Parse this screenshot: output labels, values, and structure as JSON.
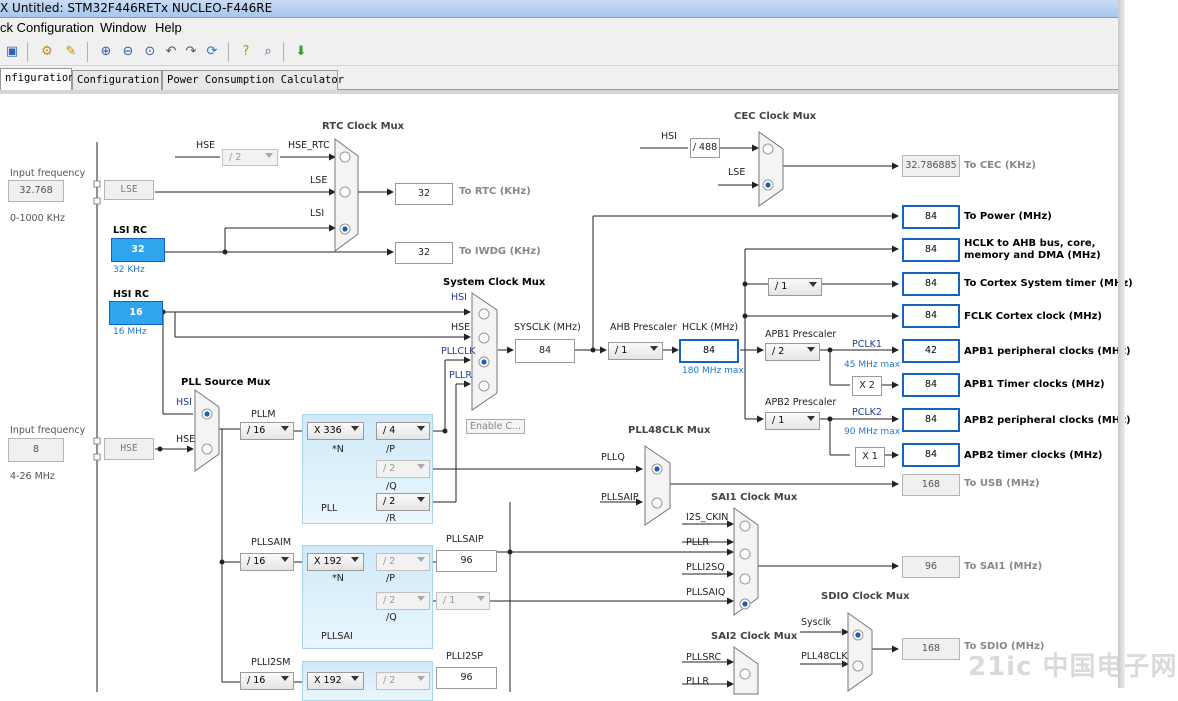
{
  "window": {
    "title": "X Untitled: STM32F446RETx NUCLEO-F446RE"
  },
  "menu": [
    "ck Configuration",
    "Window",
    "Help"
  ],
  "tabs": [
    "nfiguration",
    "Configuration",
    "Power Consumption Calculator"
  ],
  "lse": {
    "input_label": "Input frequency",
    "value": "32.768",
    "range": "0-1000 KHz",
    "name": "LSE"
  },
  "hse": {
    "input_label": "Input frequency",
    "value": "8",
    "range": "4-26 MHz",
    "name": "HSE"
  },
  "lsi": {
    "name": "LSI RC",
    "value": "32",
    "unit": "32 KHz"
  },
  "hsi": {
    "name": "HSI RC",
    "value": "16",
    "unit": "16 MHz"
  },
  "rtc": {
    "title": "RTC Clock Mux",
    "hse_div": "/ 2",
    "hse_label": "HSE",
    "hse_rtc": "HSE_RTC",
    "lse_label": "LSE",
    "lsi_label": "LSI",
    "value": "32",
    "out": "To RTC (KHz)"
  },
  "iwdg": {
    "value": "32",
    "out": "To IWDG (KHz)"
  },
  "cec": {
    "title": "CEC Clock Mux",
    "hsi_label": "HSI",
    "div": "/ 488",
    "lse_label": "LSE",
    "value": "32.786885",
    "out": "To CEC (KHz)"
  },
  "sysmux": {
    "title": "System Clock Mux",
    "hsi": "HSI",
    "hse": "HSE",
    "pllclk": "PLLCLK",
    "pllr": "PLLR",
    "enable_btn": "Enable C..."
  },
  "sysclk": {
    "label": "SYSCLK (MHz)",
    "value": "84"
  },
  "ahb": {
    "label": "AHB Prescaler",
    "value": "/ 1"
  },
  "hclk": {
    "label": "HCLK (MHz)",
    "value": "84",
    "max": "180 MHz max"
  },
  "outputs": {
    "power": {
      "value": "84",
      "label": "To Power (MHz)"
    },
    "ahb": {
      "value": "84",
      "label1": "HCLK to AHB bus, core,",
      "label2": "memory and DMA (MHz)"
    },
    "systimer": {
      "div": "/ 1",
      "value": "84",
      "label": "To Cortex System timer (MHz)"
    },
    "fclk": {
      "value": "84",
      "label": "FCLK Cortex clock (MHz)"
    },
    "apb1p": {
      "value": "42",
      "label": "APB1 peripheral clocks (MHz)"
    },
    "apb1t": {
      "mult": "X 2",
      "value": "84",
      "label": "APB1 Timer clocks (MHz)"
    },
    "apb2p": {
      "value": "84",
      "label": "APB2 peripheral clocks (MHz)"
    },
    "apb2t": {
      "mult": "X 1",
      "value": "84",
      "label": "APB2 timer clocks (MHz)"
    }
  },
  "apb1": {
    "label": "APB1 Prescaler",
    "value": "/ 2",
    "pclk": "PCLK1",
    "max": "45 MHz max"
  },
  "apb2": {
    "label": "APB2 Prescaler",
    "value": "/ 1",
    "pclk": "PCLK2",
    "max": "90 MHz max"
  },
  "pllsrc": {
    "title": "PLL Source Mux",
    "hsi": "HSI",
    "hse": "HSE"
  },
  "pll": {
    "pllm_label": "PLLM",
    "pllm": "/ 16",
    "n": "X 336",
    "n_label": "*N",
    "p": "/ 4",
    "p_label": "/P",
    "q": "/ 2",
    "q_label": "/Q",
    "r": "/ 2",
    "r_label": "/R",
    "name": "PLL"
  },
  "pll48": {
    "title": "PLL48CLK Mux",
    "pllq": "PLLQ",
    "pllsaip": "PLLSAIP",
    "value": "168",
    "out": "To USB (MHz)"
  },
  "pllsai": {
    "m_label": "PLLSAIM",
    "m": "/ 16",
    "n": "X 192",
    "n_label": "*N",
    "p": "/ 2",
    "p_label": "/P",
    "q": "/ 2",
    "q_label": "/Q",
    "q2": "/ 1",
    "pllsaip_label": "PLLSAIP",
    "pllsaip": "96",
    "name": "PLLSAI"
  },
  "sai1": {
    "title": "SAI1 Clock Mux",
    "i1": "I2S_CKIN",
    "i2": "PLLR",
    "i3": "PLLI2SQ",
    "i4": "PLLSAIQ",
    "value": "96",
    "out": "To SAI1 (MHz)"
  },
  "plli2s": {
    "m_label": "PLLI2SM",
    "m": "/ 16",
    "n": "X 192",
    "p": "/ 2",
    "p_label": "PLLI2SP",
    "p_val": "96"
  },
  "sai2": {
    "title": "SAI2 Clock Mux",
    "i1": "PLLSRC",
    "i2": "PLLR"
  },
  "sdio": {
    "title": "SDIO Clock Mux",
    "i1": "Sysclk",
    "i2": "PLL48CLK",
    "value": "168",
    "out": "To SDIO (MHz)"
  },
  "watermark": "21ic 中国电子网"
}
